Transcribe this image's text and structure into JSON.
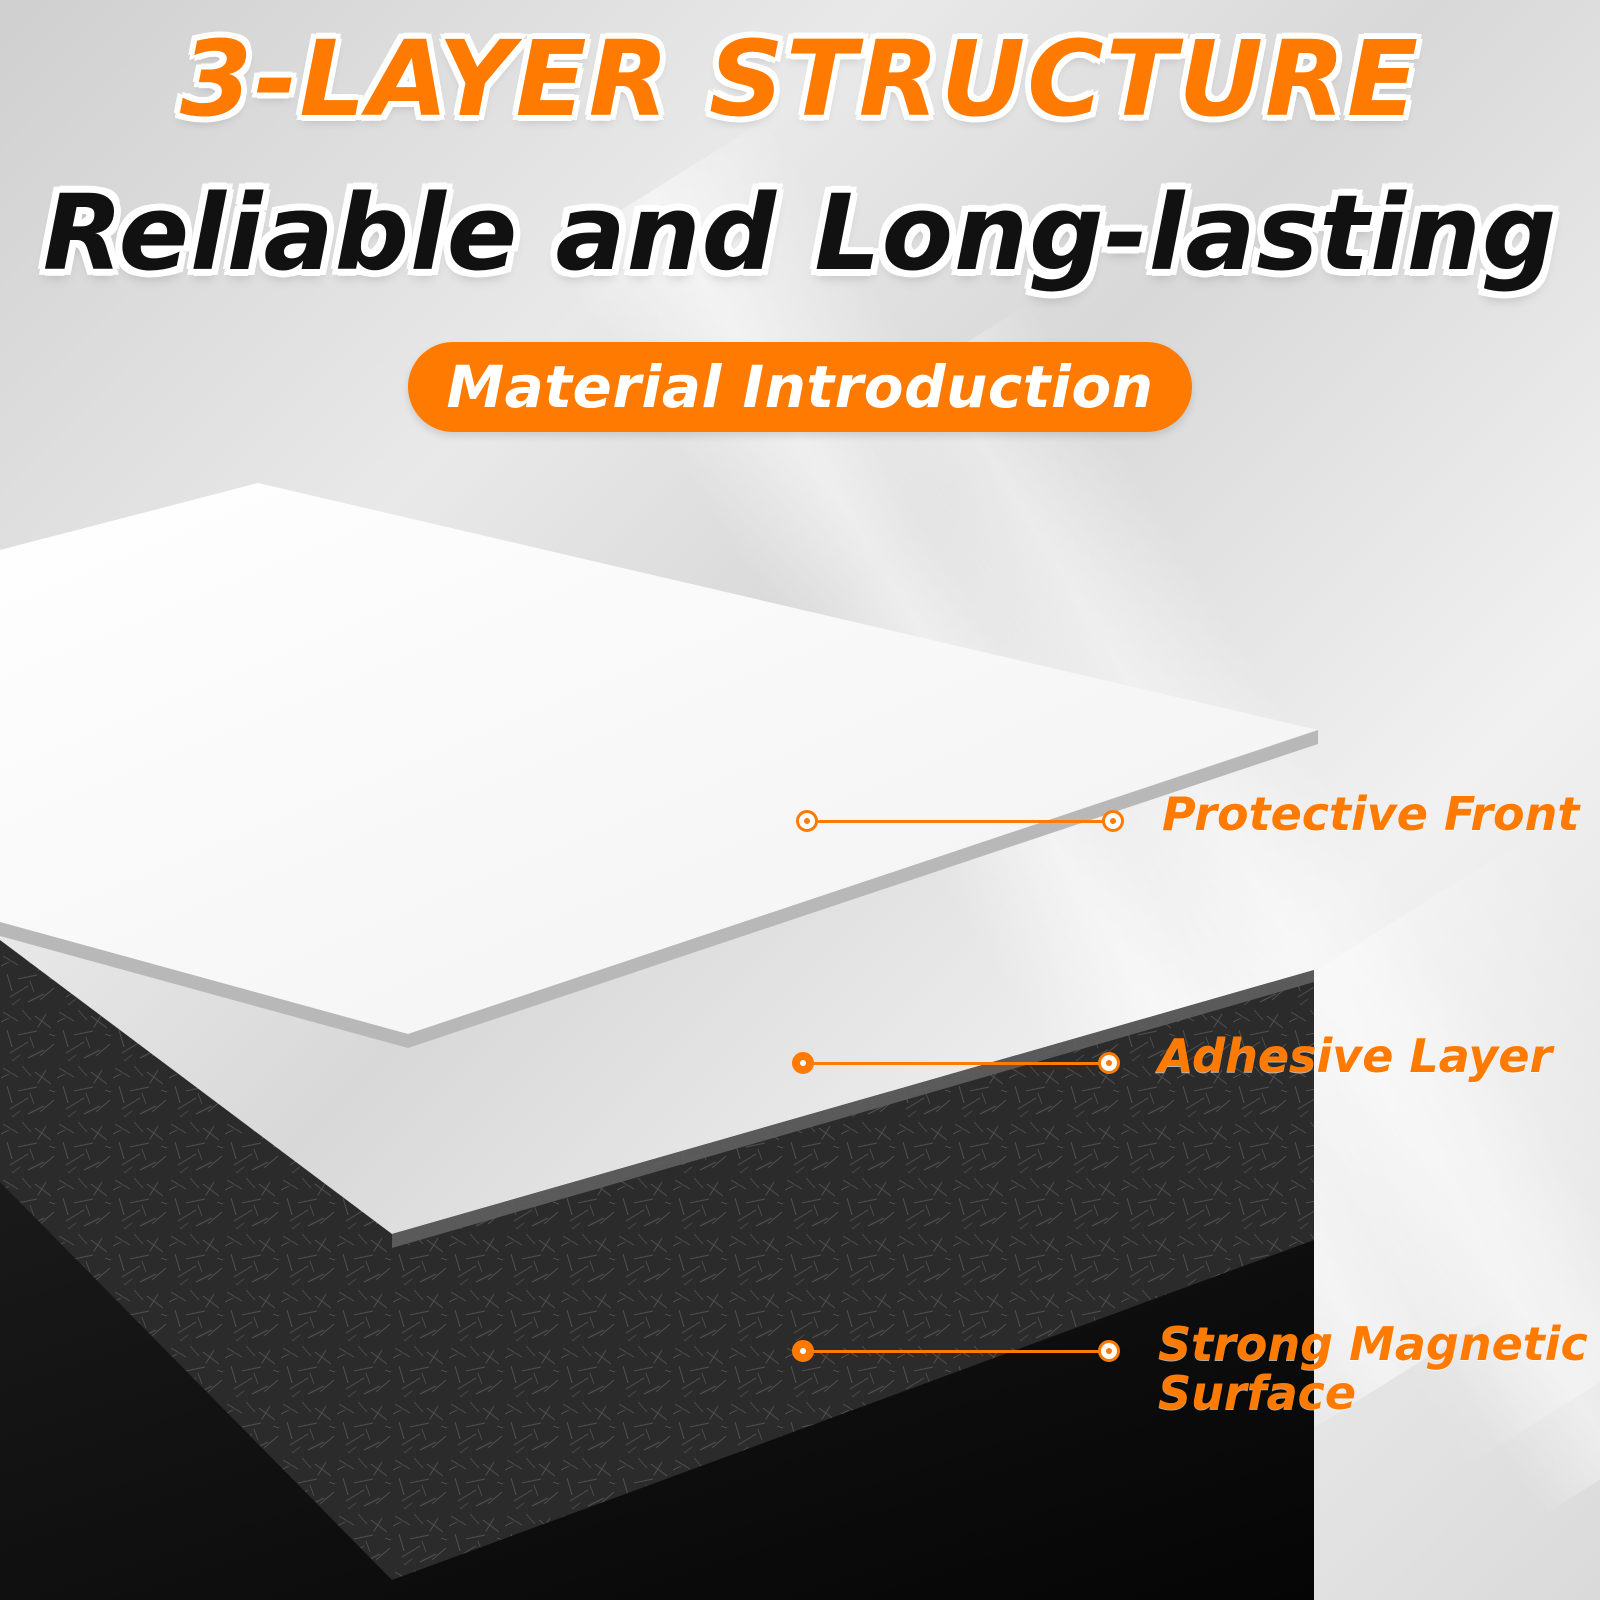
{
  "header": {
    "title": "3-LAYER STRUCTURE",
    "subtitle": "Reliable and Long-lasting",
    "pill_label": "Material Introduction"
  },
  "layers": {
    "protective": "Protective Front",
    "adhesive": "Adhesive Layer",
    "magnetic_line1": "Strong Magnetic",
    "magnetic_line2": "Surface"
  },
  "colors": {
    "accent": "#ff7a00",
    "title_outline": "#ffffff",
    "text_dark": "#111111",
    "protective": "#f7f7f7",
    "adhesive": "#303030",
    "magnetic": "#111111"
  }
}
